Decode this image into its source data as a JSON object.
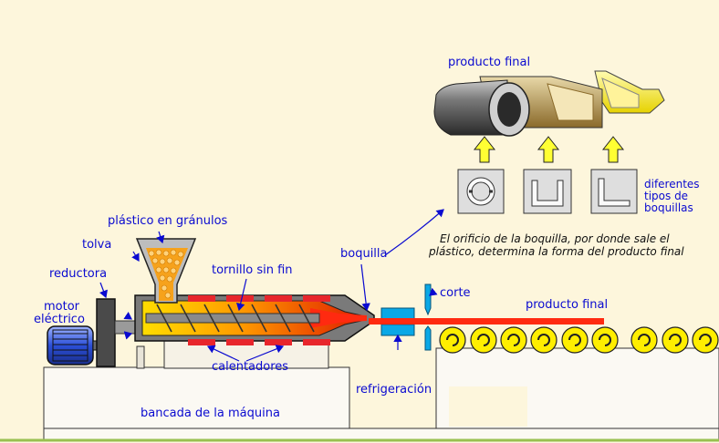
{
  "labels": {
    "producto_final_top": "producto final",
    "diferentes_tipos": [
      "diferentes",
      "tipos de",
      "boquillas"
    ],
    "nota_line1": "El orificio de la boquilla, por donde sale el",
    "nota_line2": "plástico, determina la forma del producto final",
    "plastico_granulos": "plástico en gránulos",
    "tolva": "tolva",
    "reductora": "reductora",
    "motor_line1": "motor",
    "motor_line2": "eléctrico",
    "tornillo": "tornillo sin fin",
    "boquilla": "boquilla",
    "corte": "corte",
    "producto_final_right": "producto final",
    "calentadores": "calentadores",
    "refrigeracion": "refrigeración",
    "bancada": "bancada de la máquina"
  },
  "colors": {
    "background": "#fdf6dc",
    "label_text": "#0a0ad0",
    "heater": "#e8262c",
    "product_bar": "#ff2a10",
    "granules": "#f6a21c",
    "cooling": "#0aa8e6",
    "rollers": "#ffee00",
    "upward_arrows": "#ffff33"
  },
  "icons": [
    "upward-arrow-icon",
    "round-die-icon",
    "u-channel-die-icon",
    "l-angle-die-icon"
  ]
}
